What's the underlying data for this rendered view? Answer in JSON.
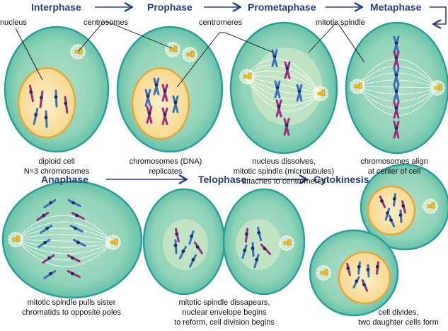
{
  "phases": {
    "interphase": "Interphase",
    "prophase": "Prophase",
    "prometaphase": "Prometaphase",
    "metaphase": "Metaphase",
    "anaphase": "Anaphase",
    "telophase": "Telophase",
    "cytokinesis": "Cytokinesis"
  },
  "labels": {
    "nucleus": "nucleus",
    "centrosomes": "centrosomes",
    "centromeres": "centromeres",
    "mitotic_spindle": "mitotic spindle"
  },
  "captions": {
    "interphase": [
      "diploid cell",
      "N=3 chromosomes"
    ],
    "prophase": [
      "chromosomes (DNA)",
      "replicates"
    ],
    "prometaphase": [
      "nucleus dissolves,",
      "mitotic spindle (microtubules)",
      "attaches to centromeres"
    ],
    "metaphase": [
      "chromosomes align",
      "at center of cell"
    ],
    "anaphase": [
      "mitotic spindle pulls sister",
      "chromatids to opposite poles"
    ],
    "telophase": [
      "mitotic spindle dissapears,",
      "nuclear envelope begins",
      "to reform, cell division begins"
    ],
    "cytokinesis": [
      "cell divides,",
      "two daughter cells form"
    ]
  },
  "colors": {
    "title": "#24407a",
    "cell_edge": "#2b9e9a",
    "cell_fill": "#6cc6ad",
    "cell_center": "#b3e0c6",
    "nucleus_fill": "#f8dc98",
    "nucleus_edge": "#e6a63a",
    "chromosome_blue": "#3a6fc0",
    "chromosome_purple": "#9c2c82",
    "centrosome": "#f2c230"
  }
}
